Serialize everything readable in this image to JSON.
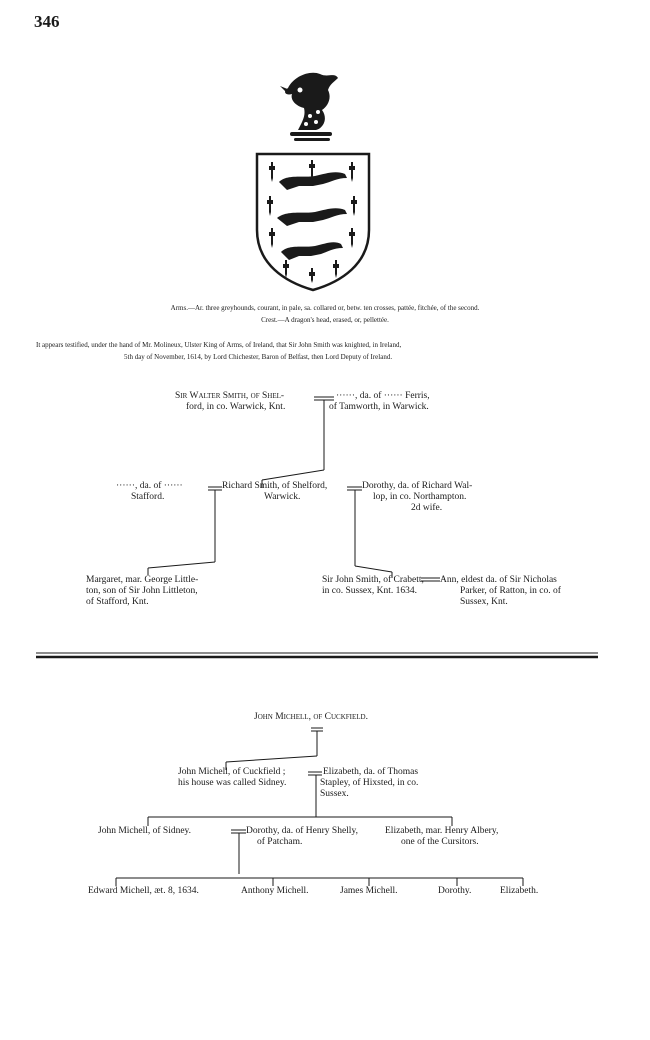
{
  "page_number": "346",
  "arms": {
    "line1": "Arms.—Ar. three greyhounds, courant, in pale, sa. collared or, betw. ten crosses, pattée, fitchée, of the second.",
    "line2": "Crest.—A dragon's head, erased, or, pellettée."
  },
  "testimony": {
    "line1": "It appears testified, under the hand of Mr. Molineux, Ulster King of Arms, of Ireland, that Sir John Smith was knighted, in Ireland,",
    "line2": "5th day of November, 1614, by Lord Chichester, Baron of Belfast, then Lord Deputy of Ireland."
  },
  "smith": {
    "walter_1": "Sir Walter Smith, of Shel-",
    "walter_2": "ford, in co. Warwick, Knt.",
    "ferris_1": "······, da. of ······ Ferris,",
    "ferris_2": "of Tamworth, in Warwick.",
    "wife1_1": "······, da. of ······",
    "wife1_2": "Stafford.",
    "richard_1": "Richard Smith, of Shelford,",
    "richard_2": "Warwick.",
    "dorothy_1": "Dorothy, da. of Richard Wal-",
    "dorothy_2": "lop, in co. Northampton.",
    "dorothy_3": "2d wife.",
    "margaret_1": "Margaret, mar. George Little-",
    "margaret_2": "ton, son of Sir John Littleton,",
    "margaret_3": "of Stafford, Knt.",
    "john_1": "Sir John Smith, of Crabett,",
    "john_2": "in co. Sussex, Knt. 1634.",
    "ann_1": "Ann, eldest da. of Sir Nicholas",
    "ann_2": "Parker, of Ratton, in co. of",
    "ann_3": "Sussex, Knt."
  },
  "michell": {
    "john": "John Michell, of Cuckfield.",
    "john2_1": "John Michell, of Cuckfield ;",
    "john2_2": "his house was called Sidney.",
    "elizabeth_1": "Elizabeth, da. of Thomas",
    "elizabeth_2": "Stapley, of Hixsted, in co.",
    "elizabeth_3": "Sussex.",
    "john3": "John Michell, of Sidney.",
    "dorothy_1": "Dorothy, da. of Henry Shelly,",
    "dorothy_2": "of Patcham.",
    "elizabeth2_1": "Elizabeth, mar. Henry Albery,",
    "elizabeth2_2": "one of the Cursitors.",
    "children": [
      "Edward Michell, æt. 8, 1634.",
      "Anthony Michell.",
      "James Michell.",
      "Dorothy.",
      "Elizabeth."
    ]
  }
}
